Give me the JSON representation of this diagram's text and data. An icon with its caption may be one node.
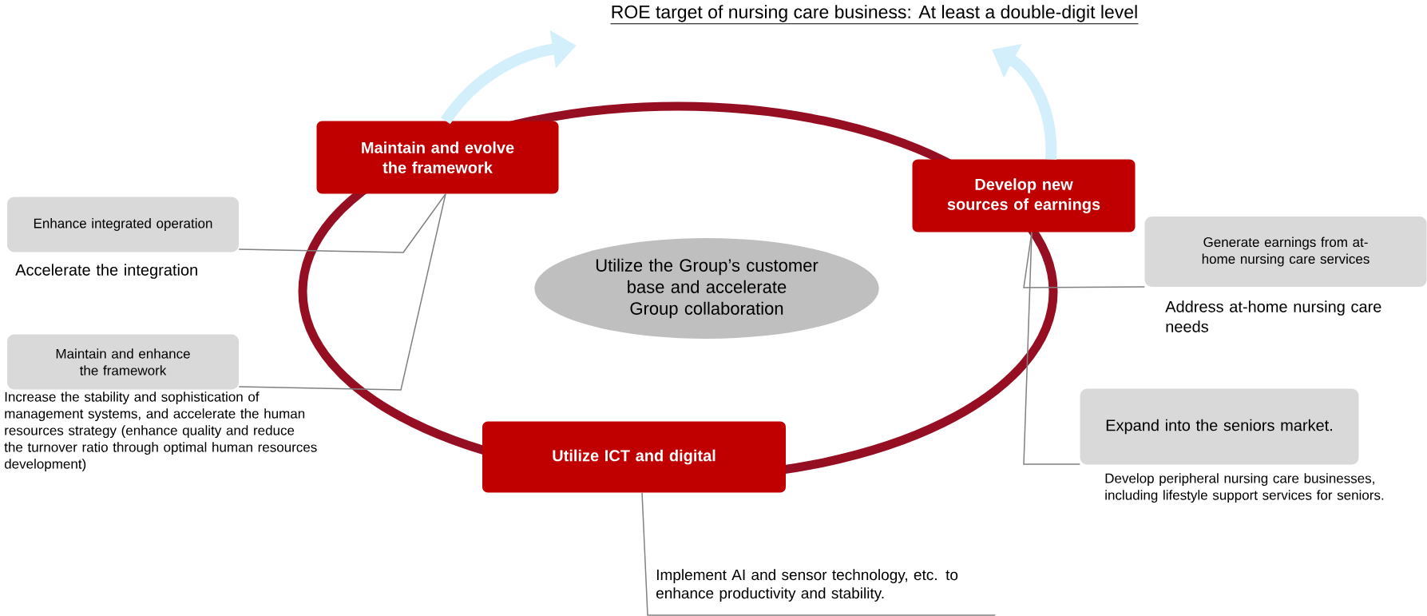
{
  "diagram": {
    "title": "ROE target of nursing care business: At least a double-digit level",
    "nodes": [
      {
        "text": [
          "Maintain and evolve the framework"
        ]
      },
      {
        "text": [
          "Develop new sources of earnings"
        ]
      },
      {
        "text": [
          "Utilize the Group’s customer base and accelerate Group collaboration"
        ]
      },
      {
        "text": [
          "Enhance integrated operation"
        ],
        "beside": [
          "Accelerate the integration"
        ]
      },
      {
        "text": [
          "Maintain and enhance the framework"
        ],
        "beside": [
          "Increase the stability and sophistication of management systems, and accelerate the human resources strategy (enhance quality and reduce the turnover ratio through optimal human resources development)"
        ]
      },
      {
        "text": [
          "Generate earnings from at-home nursing care services"
        ],
        "beside": [
          "Address at-home nursing care needs"
        ]
      },
      {
        "text": [
          "Expand into the seniors market."
        ],
        "beside": [
          "Develop peripheral nursing care businesses, including lifestyle support services for seniors."
        ]
      },
      {
        "text": [
          "Utilize ICT and digital"
        ]
      },
      {
        "text": [
          "Implement AI and sensor technology, etc. to enhance productivity and stability."
        ]
      }
    ],
    "edges": [
      {
        "from": 0,
        "to": null,
        "arrow": "to",
        "style": "thick",
        "color": "#d4effc"
      },
      {
        "from": 1,
        "to": null,
        "arrow": "to",
        "style": "thick",
        "color": "#d4effc"
      },
      {
        "from": 0,
        "to": 3,
        "arrow": "none"
      },
      {
        "from": 0,
        "to": 4,
        "arrow": "none"
      },
      {
        "from": 1,
        "to": 5,
        "arrow": "none"
      },
      {
        "from": 1,
        "to": 6,
        "arrow": "none"
      },
      {
        "from": 7,
        "to": 8,
        "arrow": "none"
      }
    ]
  }
}
